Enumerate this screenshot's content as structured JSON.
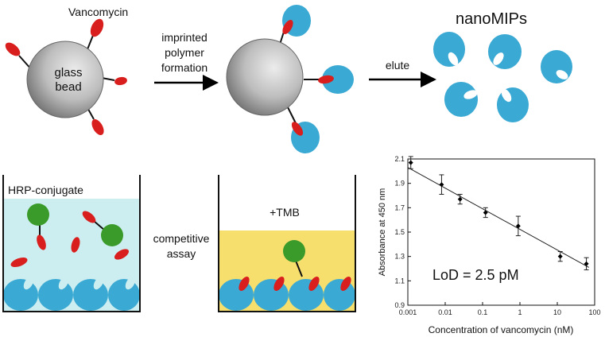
{
  "labels": {
    "vancomycin": "Vancomycin",
    "bead_line1": "glass",
    "bead_line2": "bead",
    "step1_line1": "imprinted",
    "step1_line2": "polymer",
    "step1_line3": "formation",
    "step2": "elute",
    "nanomips": "nanoMIPs",
    "hrp": "HRP-conjugate",
    "competitive_line1": "competitive",
    "competitive_line2": "assay",
    "tmb": "+TMB",
    "lod": "LoD = 2.5 pM"
  },
  "colors": {
    "nanomip": "#3aa9d3",
    "drug": "#d91e1e",
    "hrp": "#3a9a2a",
    "buffer": "#cdeef0",
    "tmb_solution": "#f7df6e",
    "bead_light": "#dedede",
    "bead_dark": "#7e7e7e"
  },
  "chart_data": {
    "type": "scatter",
    "xlabel": "Concentration of vancomycin (nM)",
    "ylabel": "Absorbance at 450 nm",
    "x_scale": "log",
    "xlim": [
      0.001,
      100
    ],
    "ylim": [
      0.9,
      2.1
    ],
    "x_ticks": [
      "0.001",
      "0.01",
      "0.1",
      "1",
      "10",
      "100"
    ],
    "y_ticks": [
      "0.9",
      "1.1",
      "1.3",
      "1.5",
      "1.7",
      "1.9",
      "2.1"
    ],
    "x": [
      0.0012,
      0.008,
      0.025,
      0.12,
      0.9,
      12,
      60
    ],
    "y": [
      2.07,
      1.89,
      1.77,
      1.66,
      1.55,
      1.3,
      1.24
    ],
    "err": [
      0.05,
      0.08,
      0.04,
      0.04,
      0.08,
      0.04,
      0.05
    ],
    "fit": {
      "x": [
        0.001,
        70
      ],
      "y": [
        2.03,
        1.21
      ]
    }
  }
}
